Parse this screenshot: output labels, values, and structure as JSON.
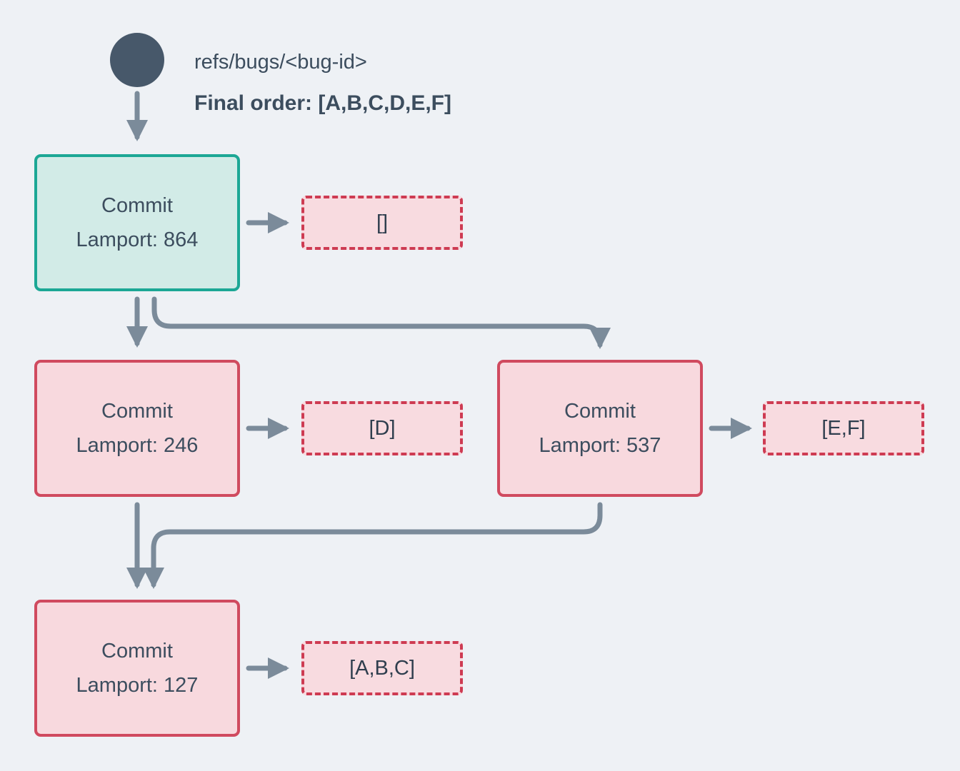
{
  "header": {
    "ref_name": "refs/bugs/<bug-id>",
    "final_order": "Final order: [A,B,C,D,E,F]"
  },
  "nodes": [
    {
      "title": "Commit",
      "lamport": "Lamport: 864",
      "payload": "[]",
      "role": "head"
    },
    {
      "title": "Commit",
      "lamport": "Lamport: 246",
      "payload": "[D]",
      "role": "middle-left"
    },
    {
      "title": "Commit",
      "lamport": "Lamport: 537",
      "payload": "[E,F]",
      "role": "middle-right"
    },
    {
      "title": "Commit",
      "lamport": "Lamport: 127",
      "payload": "[A,B,C]",
      "role": "root"
    }
  ],
  "colors": {
    "background": "#eef1f5",
    "ref_circle": "#47586a",
    "head_node_border": "#1ca795",
    "head_node_fill": "#d2ebe7",
    "node_border": "#d04a5f",
    "node_fill": "#f8d9de",
    "payload_border": "#ce3b52",
    "payload_fill": "#f8dbe0",
    "arrow": "#7b8b9a",
    "text": "#3c4d5e"
  }
}
